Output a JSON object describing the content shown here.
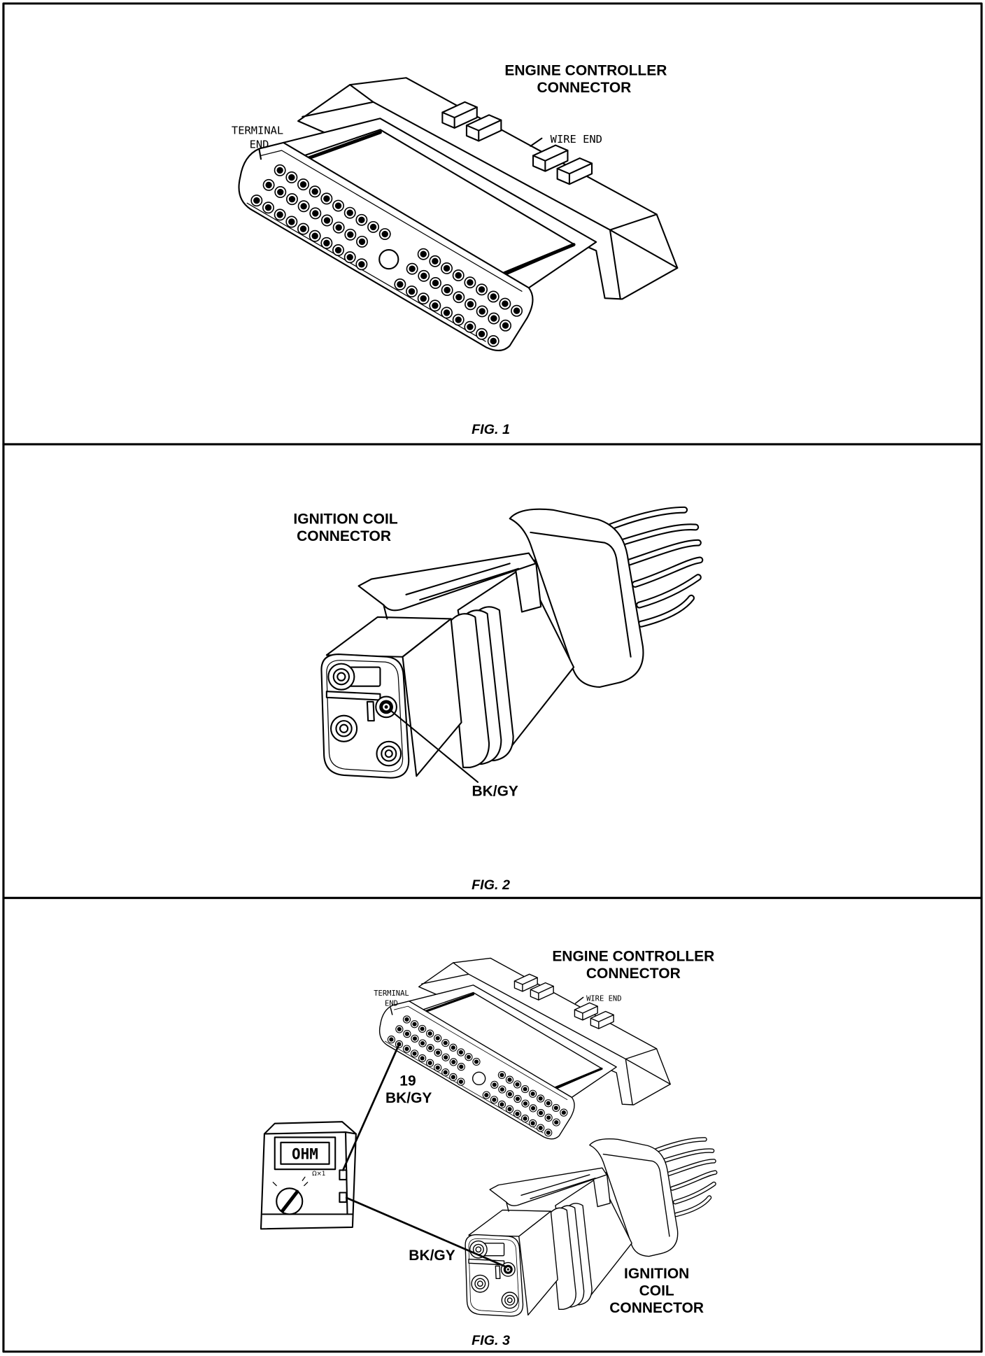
{
  "colors": {
    "ink": "#000000",
    "paper": "#ffffff"
  },
  "fig1": {
    "caption": "FIG. 1",
    "connector_label": [
      "ENGINE CONTROLLER",
      "CONNECTOR"
    ],
    "terminal_end": [
      "TERMINAL",
      "END"
    ],
    "wire_end": "WIRE END"
  },
  "fig2": {
    "caption": "FIG. 2",
    "connector_label": [
      "IGNITION COIL",
      "CONNECTOR"
    ],
    "wire_color": "BK/GY"
  },
  "fig3": {
    "caption": "FIG. 3",
    "engine_connector_label": [
      "ENGINE CONTROLLER",
      "CONNECTOR"
    ],
    "terminal_end": [
      "TERMINAL",
      "END"
    ],
    "wire_end": "WIRE END",
    "pin_number": "19",
    "pin_wire_color": "BK/GY",
    "meter_display": "OHM",
    "meter_range": "Ω×1",
    "coil_wire_color": "BK/GY",
    "coil_connector_label": [
      "IGNITION",
      "COIL",
      "CONNECTOR"
    ]
  }
}
